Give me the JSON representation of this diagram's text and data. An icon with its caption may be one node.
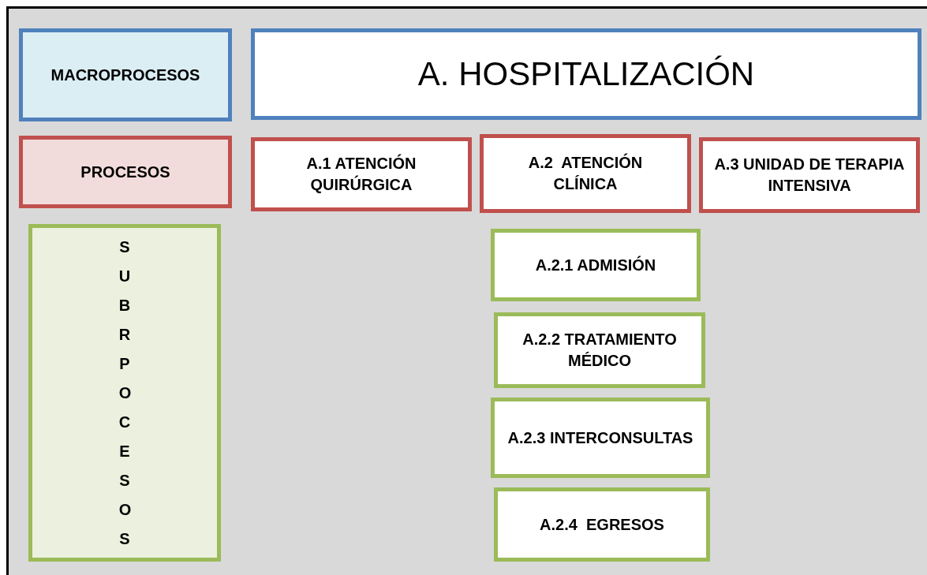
{
  "diagram": {
    "nodes": [
      {
        "text": [
          "MACROPROCESOS"
        ]
      },
      {
        "text": [
          "A. HOSPITALIZACIÓN"
        ]
      },
      {
        "text": [
          "PROCESOS"
        ]
      },
      {
        "text": [
          "A.1 ATENCIÓN QUIRÚRGICA"
        ]
      },
      {
        "text": [
          "A.2  ATENCIÓN CLÍNICA"
        ]
      },
      {
        "text": [
          "A.3 UNIDAD DE TERAPIA INTENSIVA"
        ]
      },
      {
        "text": [
          "SUBRPOCESOS"
        ]
      },
      {
        "text": [
          "A.2.1 ADMISIÓN"
        ]
      },
      {
        "text": [
          "A.2.2 TRATAMIENTO MÉDICO"
        ]
      },
      {
        "text": [
          "A.2.3 INTERCONSULTAS"
        ]
      },
      {
        "text": [
          "A.2.4  EGRESOS"
        ]
      }
    ]
  }
}
